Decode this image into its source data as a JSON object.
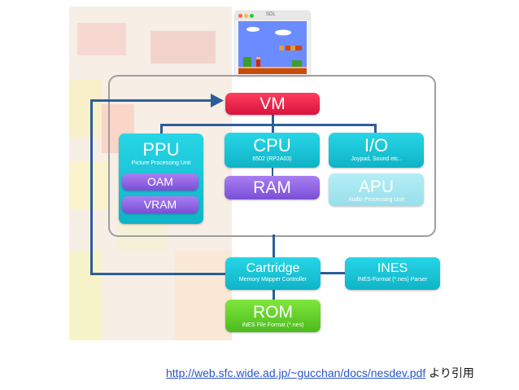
{
  "screen": {
    "title": "SDL"
  },
  "nodes": {
    "vm": {
      "label": "VM"
    },
    "ppu": {
      "label": "PPU",
      "sub": "Picture Processing Unit"
    },
    "oam": {
      "label": "OAM"
    },
    "vram": {
      "label": "VRAM"
    },
    "cpu": {
      "label": "CPU",
      "sub": "6502 (RP2A03)"
    },
    "ram": {
      "label": "RAM"
    },
    "io": {
      "label": "I/O",
      "sub": "Joypad, Sound etc.."
    },
    "apu": {
      "label": "APU",
      "sub": "Audio Processing Unit"
    },
    "cartridge": {
      "label": "Cartridge",
      "sub": "Memory Mapper Controller"
    },
    "ines": {
      "label": "INES",
      "sub": "iNES-Format (*.nes) Parser"
    },
    "rom": {
      "label": "ROM",
      "sub": "iNES File Format (*.nes)"
    }
  },
  "citation": {
    "url": "http://web.sfc.wide.ad.jp/~gucchan/docs/nesdev.pdf",
    "suffix": " より引用"
  },
  "colors": {
    "teal": "#14bfd2",
    "red": "#e81d47",
    "purple": "#8b5ce3",
    "green": "#5fd02a",
    "line": "#2c5e99",
    "link": "#2a55c8"
  }
}
